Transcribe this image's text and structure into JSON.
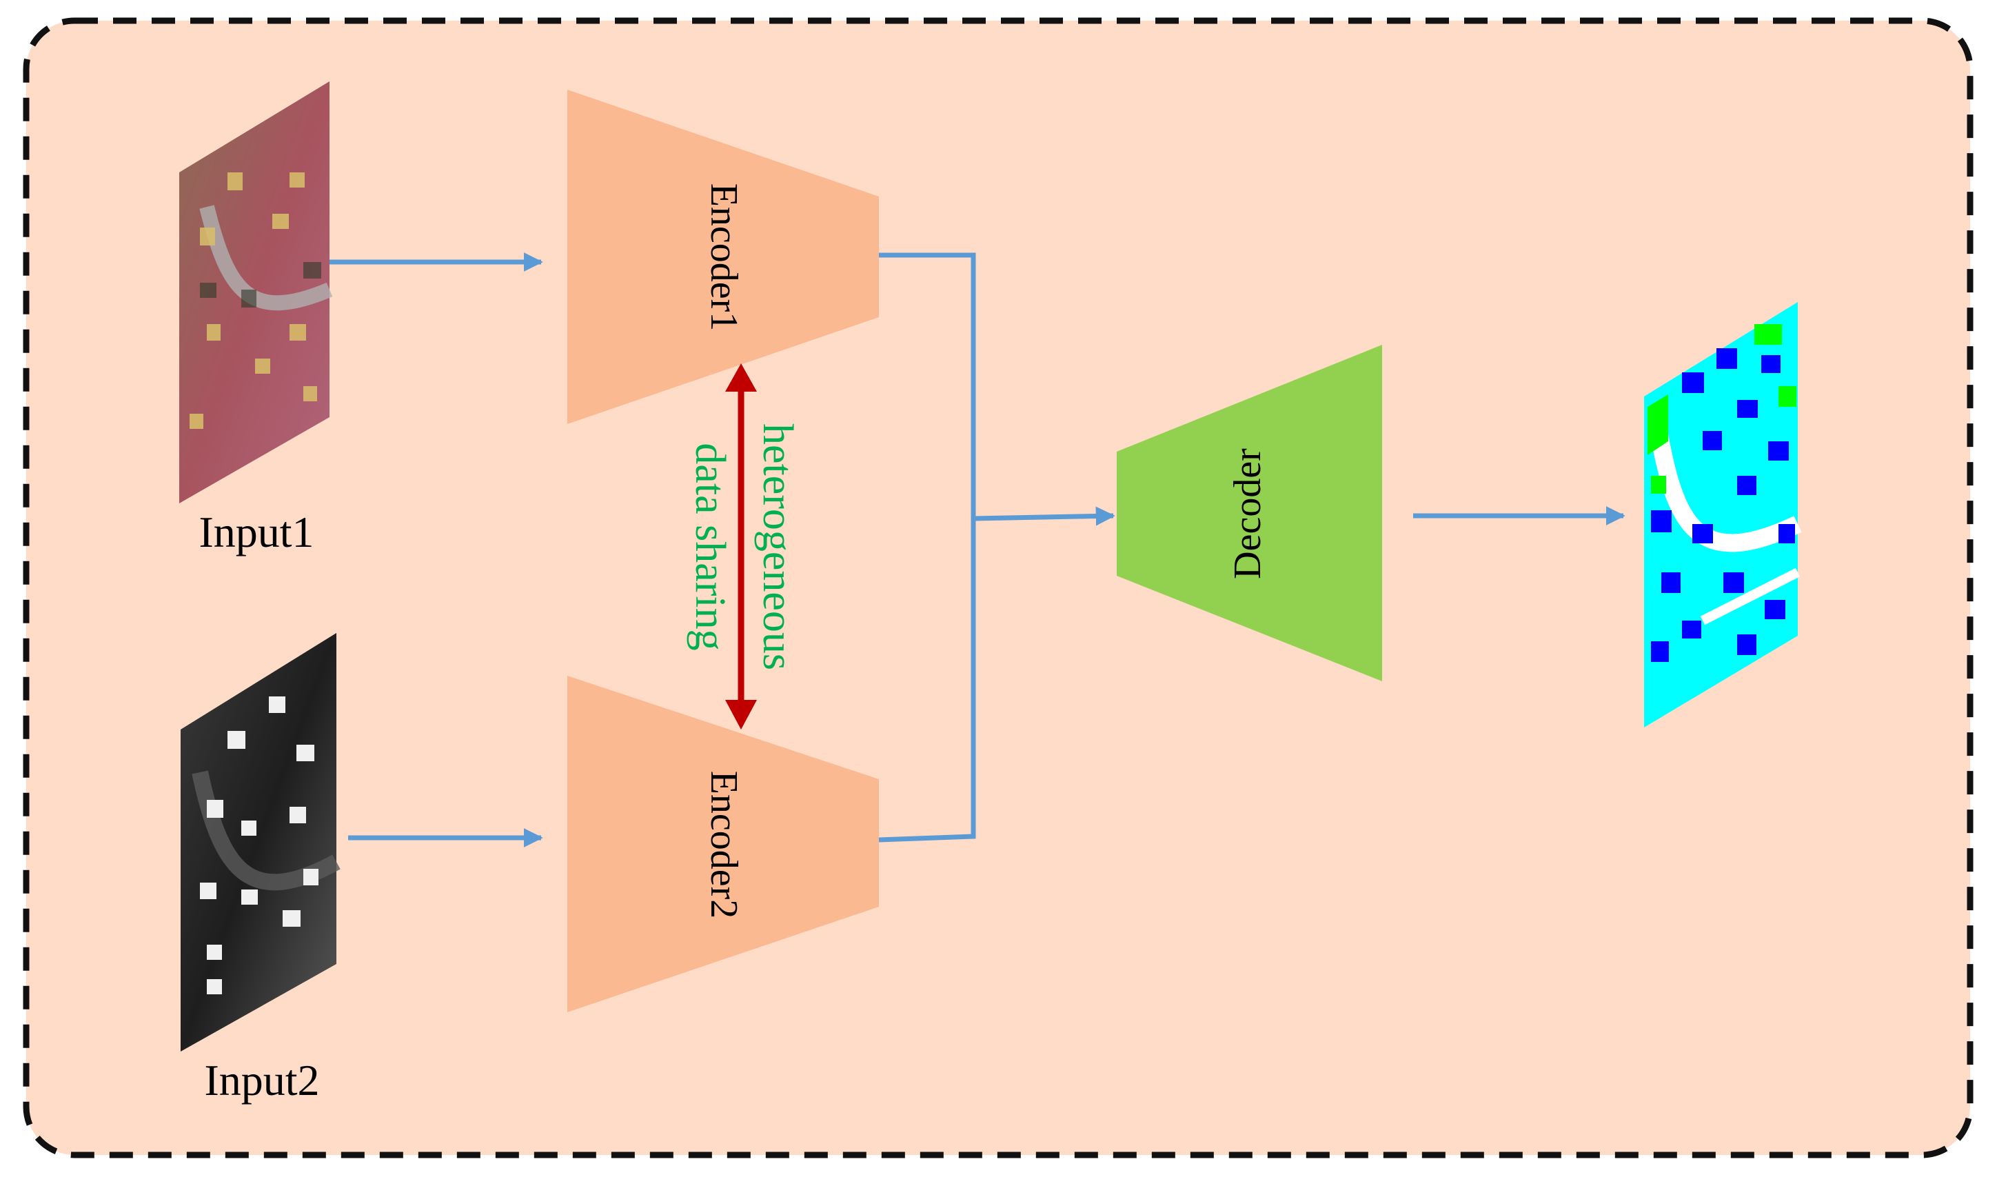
{
  "diagram": {
    "input1_label": "Input1",
    "input2_label": "Input2",
    "encoder1_label": "Encoder1",
    "encoder2_label": "Encoder2",
    "decoder_label": "Decoder",
    "sharing_label_line1": "heterogeneous",
    "sharing_label_line2": "data sharing"
  },
  "colors": {
    "panel_background": "#FFDCC8",
    "panel_border": "#111111",
    "encoder_fill": "#FBB991",
    "decoder_fill": "#92D050",
    "connector": "#5B9BD5",
    "sharing_arrow": "#C00000",
    "sharing_text": "#00B050",
    "output_background": "#00FFFF",
    "output_buildings": "#0000FF",
    "output_vegetation": "#00FF00",
    "output_roads": "#FFFFFF"
  }
}
